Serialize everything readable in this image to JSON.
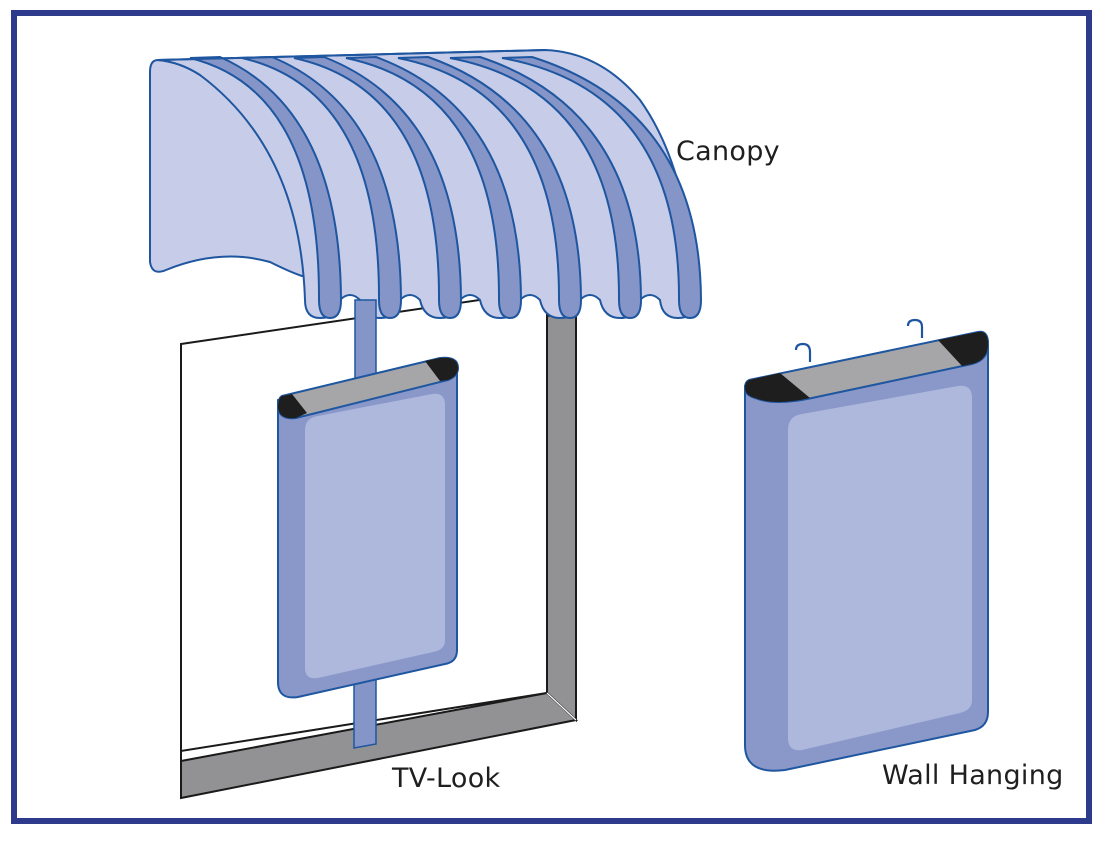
{
  "figure": {
    "labels": {
      "canopy": "Canopy",
      "tv_look": "TV-Look",
      "wall_hanging": "Wall Hanging"
    },
    "colors": {
      "border": "#2e3a8c",
      "canopy_light": "#c7cde8",
      "canopy_stripe": "#8595c8",
      "outline_blue": "#1f56a0",
      "panel_body": "#8a98c9",
      "panel_face": "#aeb8dc",
      "cap_gray": "#a6a6a8",
      "cap_black": "#1e1e1e",
      "frame_gray": "#929294",
      "frame_line": "#1a1a1a"
    }
  }
}
